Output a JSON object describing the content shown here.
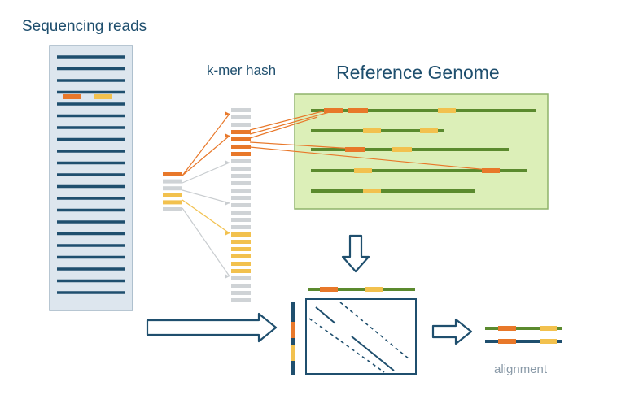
{
  "labels": {
    "sequencing_reads": "Sequencing reads",
    "kmer_hash": "k-mer hash",
    "reference_genome": "Reference Genome",
    "alignment": "alignment"
  },
  "colors": {
    "read_bar": "#1f4f6e",
    "panel_fill": "#dde6ee",
    "panel_border": "#9fb3c4",
    "ref_fill": "#dcefb8",
    "ref_border": "#8fb36a",
    "genome_line": "#5b8a2e",
    "kmer_orange": "#e8782a",
    "kmer_yellow": "#f2c14e",
    "kmer_gray": "#cfd3d6",
    "arrow": "#1f4f6e"
  }
}
